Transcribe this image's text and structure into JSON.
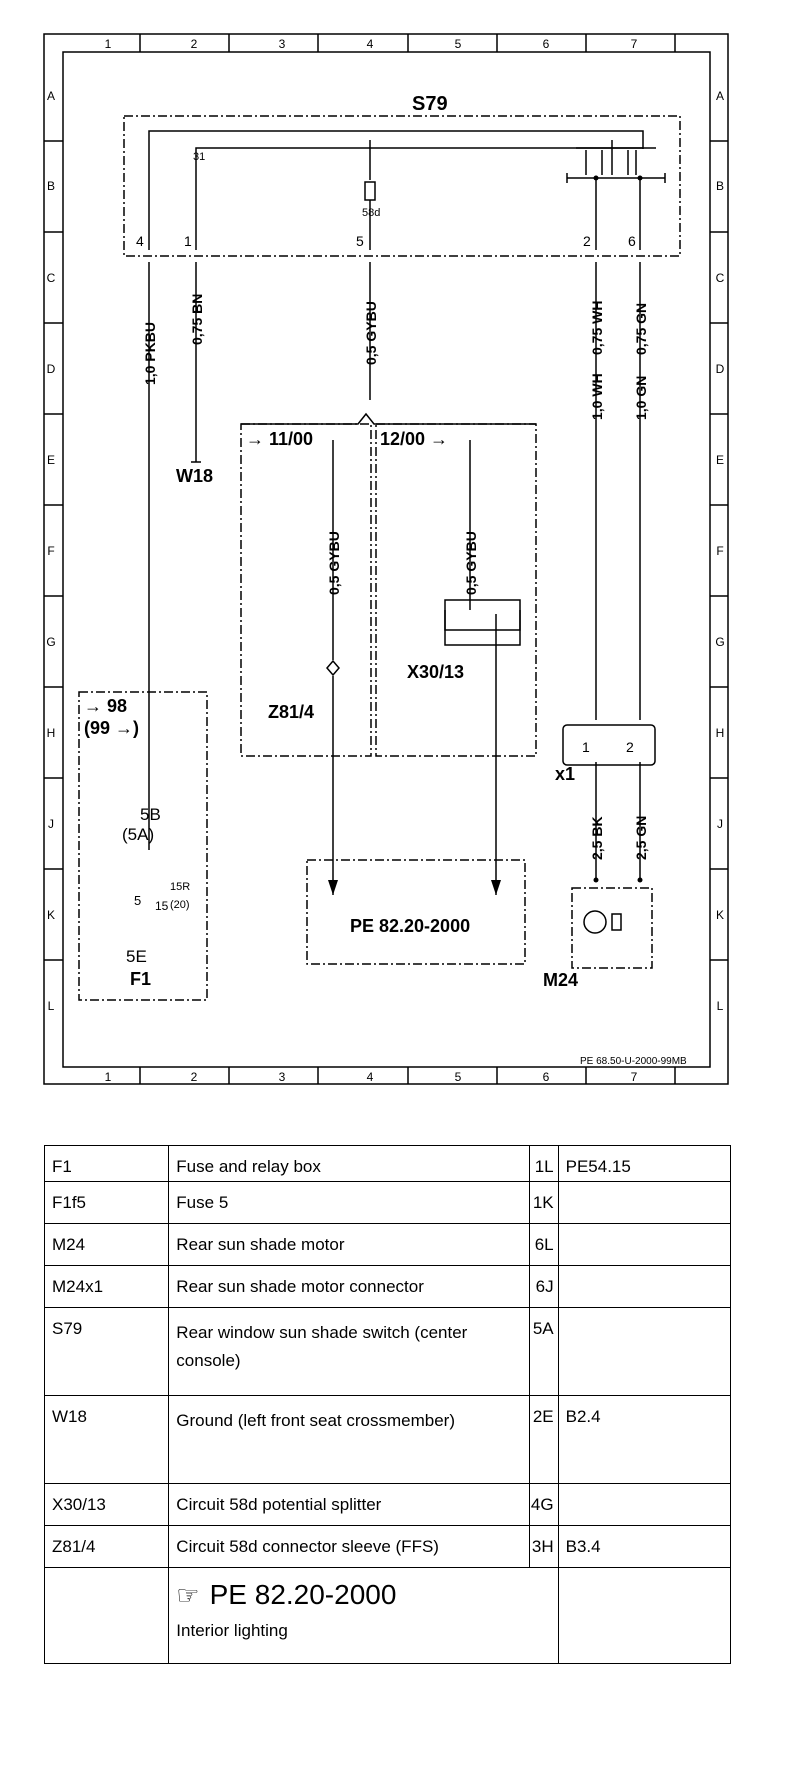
{
  "diagram": {
    "grid": {
      "columns": [
        "1",
        "2",
        "3",
        "4",
        "5",
        "6",
        "7"
      ],
      "rows": [
        "A",
        "B",
        "C",
        "D",
        "E",
        "F",
        "G",
        "H",
        "J",
        "K",
        "L"
      ]
    },
    "components": {
      "s79": "S79",
      "w18": "W18",
      "z81_4": "Z81/4",
      "x30_13": "X30/13",
      "x1": "x1",
      "m24": "M24",
      "f1": "F1",
      "fuse_5b": "5B",
      "fuse_5a": "(5A)",
      "fuse_5e": "5E",
      "fuse_num": "5",
      "fuse_15": "15",
      "fuse_15r": "15R",
      "fuse_20": "(20)"
    },
    "pins": {
      "p4": "4",
      "p1": "1",
      "p31": "31",
      "p5": "5",
      "p58d": "58d",
      "p2": "2",
      "p6": "6",
      "x1_1": "1",
      "x1_2": "2"
    },
    "wires": {
      "w1": "1,0 PKBU",
      "w2": "0,75 BN",
      "w3": "0,5 GYBU",
      "w4": "0,75 WH",
      "w5": "0,75 GN",
      "w6": "1,0 WH",
      "w7": "1,0 GN",
      "w8": "0,5 GYBU",
      "w9": "0,5 GYBU",
      "w10": "2,5 BK",
      "w11": "2,5 GN"
    },
    "variants": {
      "v1": "→ 11/00",
      "v2": "12/00 →",
      "f1_a": "→ 98",
      "f1_b": "(99 →)"
    },
    "pe_ref": "PE 82.20-2000",
    "drawing_id": "PE 68.50-U-2000-99MB"
  },
  "legend": {
    "rows": [
      {
        "code": "F1",
        "desc": "Fuse and relay box",
        "grid": "1L",
        "ref": "PE54.15"
      },
      {
        "code": "F1f5",
        "desc": "Fuse 5",
        "grid": "1K",
        "ref": ""
      },
      {
        "code": "M24",
        "desc": "Rear sun shade motor",
        "grid": "6L",
        "ref": ""
      },
      {
        "code": "M24x1",
        "desc": "Rear sun shade motor connector",
        "grid": "6J",
        "ref": ""
      },
      {
        "code": "S79",
        "desc": "Rear window sun shade switch (center console)",
        "grid": "5A",
        "ref": ""
      },
      {
        "code": "W18",
        "desc": "Ground (left front seat crossmember)",
        "grid": "2E",
        "ref": "B2.4"
      },
      {
        "code": "X30/13",
        "desc": "Circuit 58d potential splitter",
        "grid": "4G",
        "ref": ""
      },
      {
        "code": "Z81/4",
        "desc": "Circuit 58d connector sleeve (FFS)",
        "grid": "3H",
        "ref": "B3.4"
      }
    ],
    "ref_row": {
      "icon": "pointing-hand-icon",
      "title": "PE 82.20-2000",
      "subtitle": "Interior lighting"
    }
  }
}
